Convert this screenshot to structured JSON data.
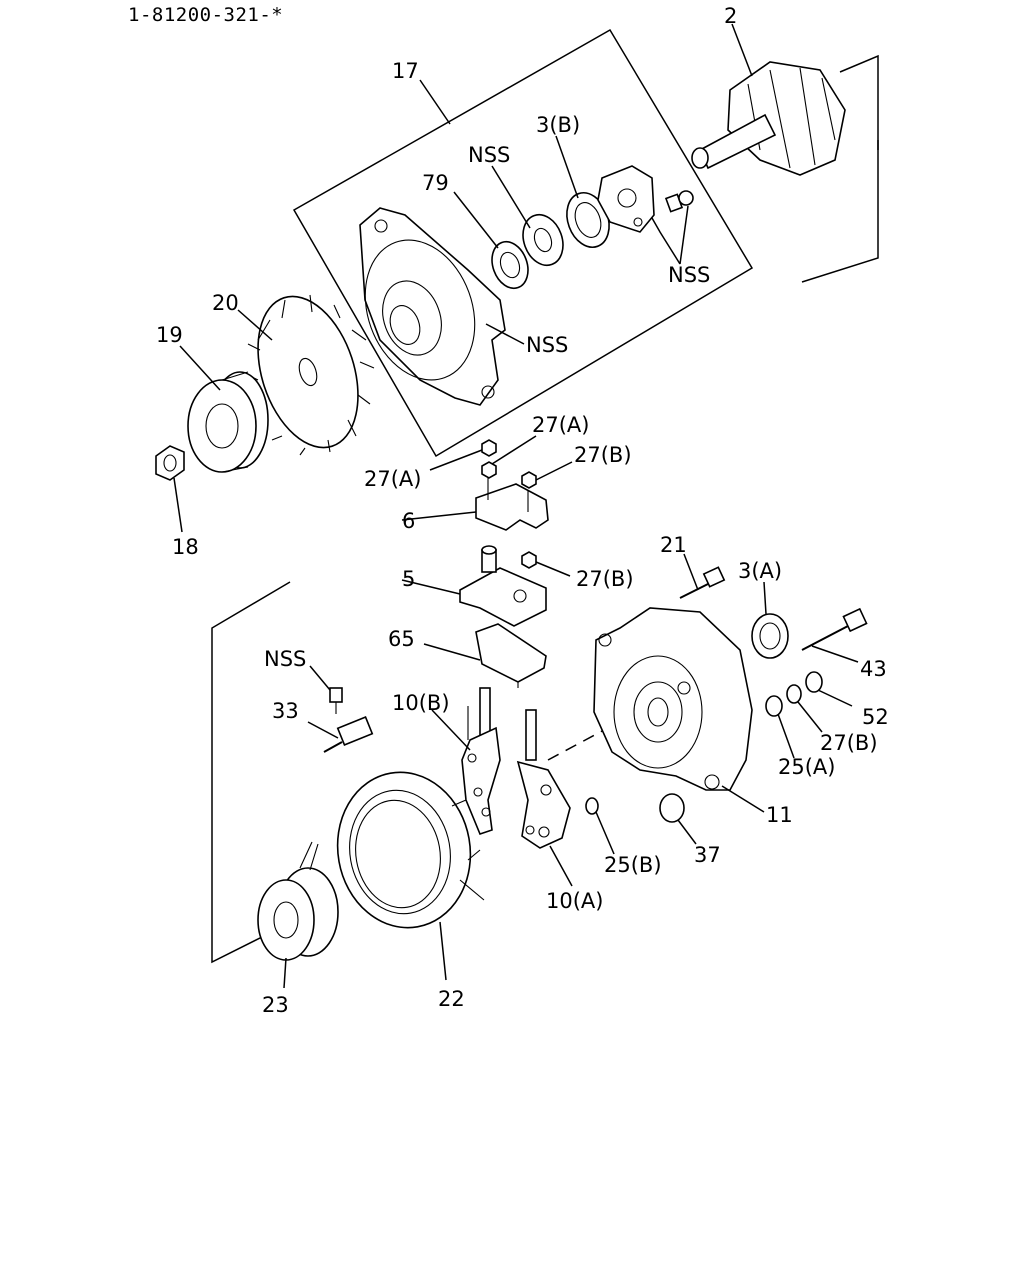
{
  "document": {
    "part_code": "1-81200-321-*"
  },
  "callouts": {
    "c2": "2",
    "c17": "17",
    "c3b": "3(B)",
    "nss_top": "NSS",
    "c79": "79",
    "nss_right": "NSS",
    "nss_housing": "NSS",
    "c20": "20",
    "c19": "19",
    "c18": "18",
    "c27a_top": "27(A)",
    "c27a_left": "27(A)",
    "c27b_top": "27(B)",
    "c6": "6",
    "c5": "5",
    "c27b_mid": "27(B)",
    "c21": "21",
    "c3a": "3(A)",
    "c65": "65",
    "c43": "43",
    "nss_left": "NSS",
    "c33": "33",
    "c10b": "10(B)",
    "c52": "52",
    "c27b_low": "27(B)",
    "c25a": "25(A)",
    "c11": "11",
    "c37": "37",
    "c25b": "25(B)",
    "c10a": "10(A)",
    "c23": "23",
    "c22": "22"
  }
}
